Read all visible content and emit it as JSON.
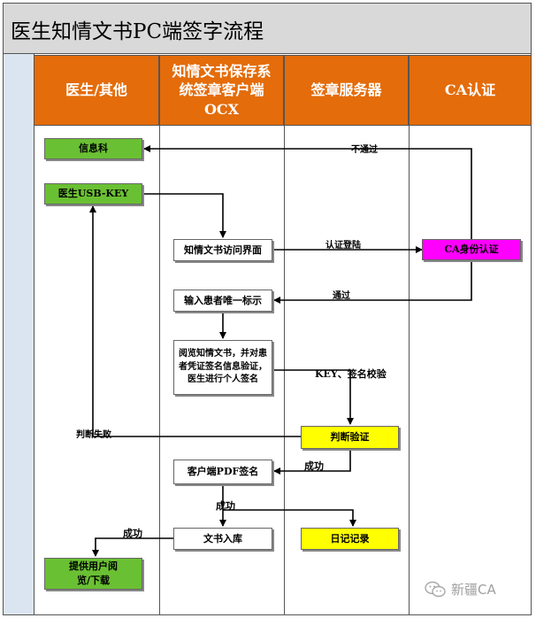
{
  "title": "医生知情文书PC端签字流程",
  "lanes": [
    "医生/其他",
    "知情文书保存系统签章客户端OCX",
    "签章服务器",
    "CA认证"
  ],
  "nodes": {
    "info_dept": "信息科",
    "usb_key": "医生USB-KEY",
    "access_ui": "知情文书访问界面",
    "ca_auth": "CA身份认证",
    "patient_id": "输入患者唯一标示",
    "review_sign": "阅览知情文书，并对患者凭证签名信息验证，医生进行个人签名",
    "judge_verify": "判断验证",
    "client_pdf_sign": "客户端PDF签名",
    "doc_storage": "文书入库",
    "log_record": "日记记录",
    "provide_user": "提供用户阅览/下载"
  },
  "edge_labels": {
    "not_passed": "不通过",
    "cert_login": "认证登陆",
    "passed": "通过",
    "key_sign_check": "KEY、签名校验",
    "judge_fail": "判断失败",
    "success_1": "成功",
    "success_2": "成功",
    "success_3": "成功"
  },
  "watermark": {
    "text": "新疆CA",
    "icon": "wechat-icon"
  },
  "colors": {
    "lane_header": "#e46c0a",
    "title_bg": "#d9d9d9",
    "left_bar": "#dbe5f1",
    "green_box": "#6ac033",
    "magenta_box": "#ff00ff",
    "yellow_box": "#ffff00"
  }
}
